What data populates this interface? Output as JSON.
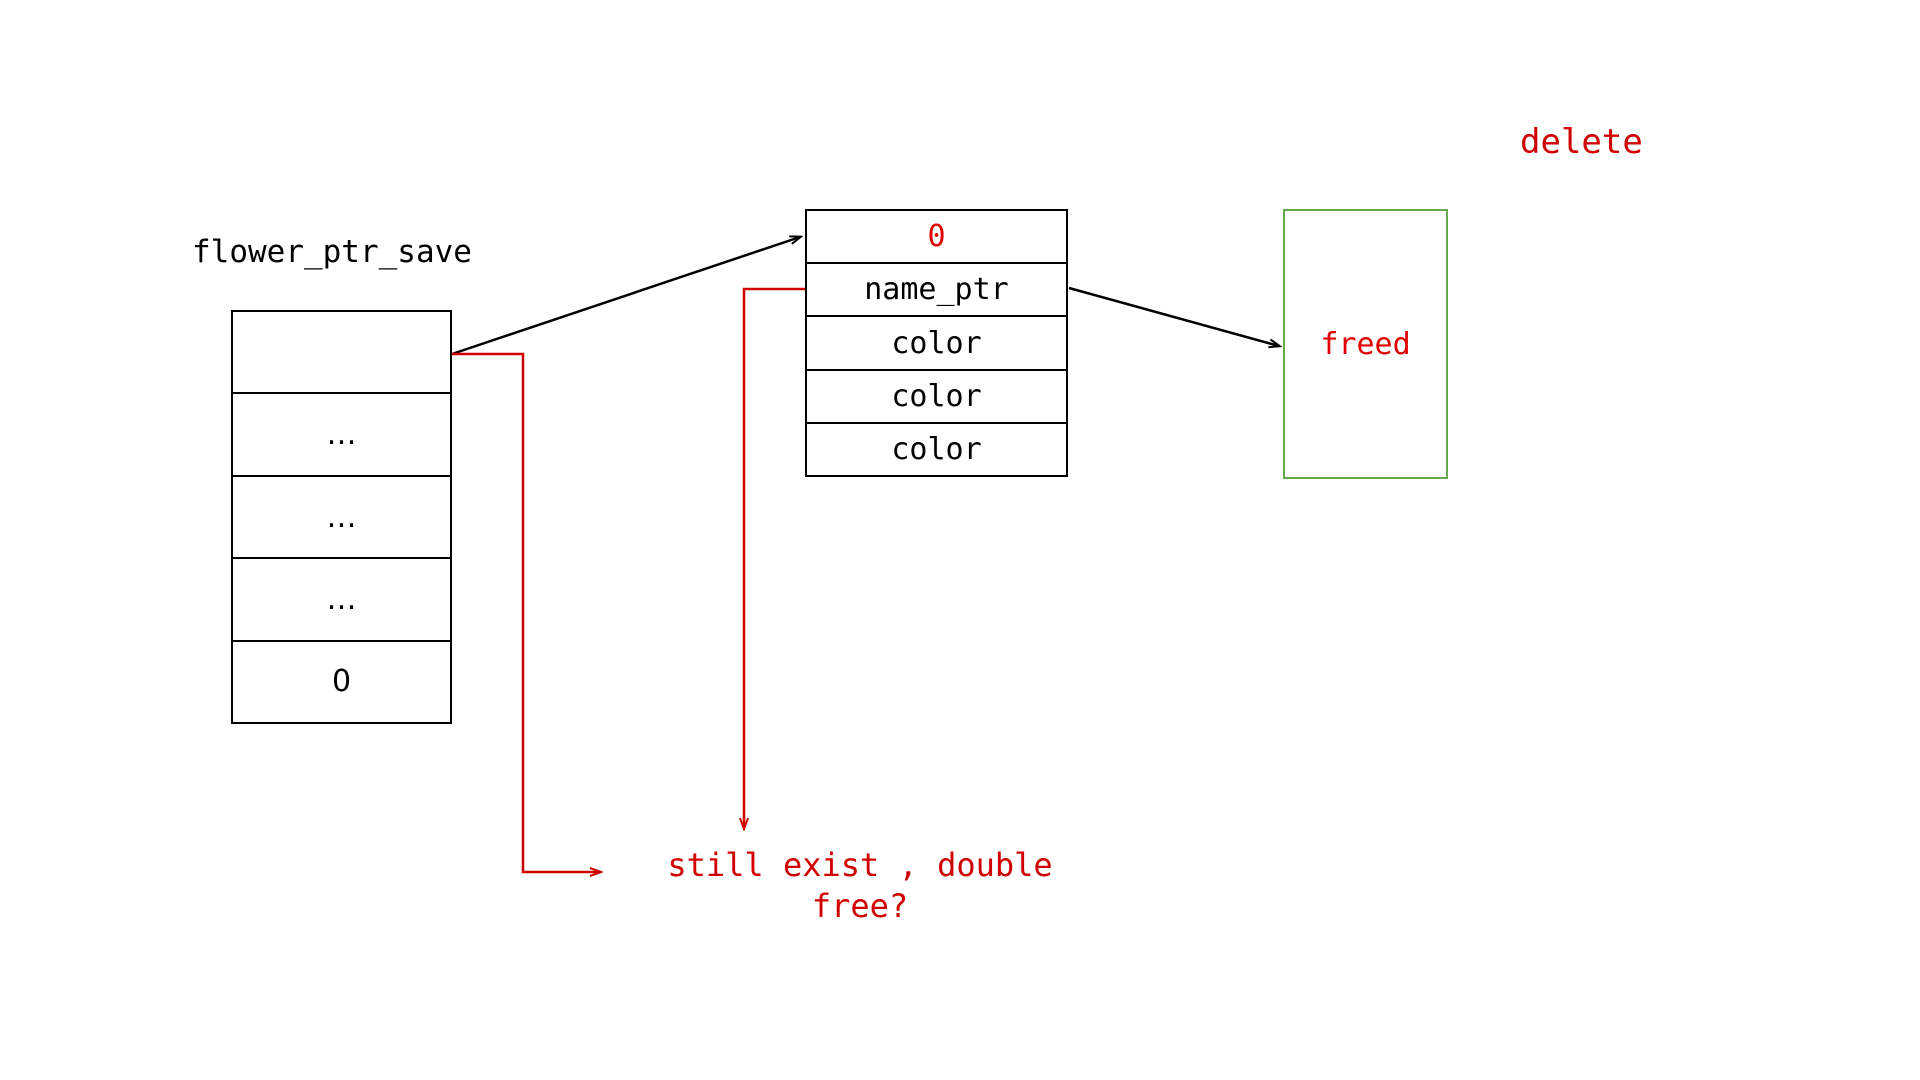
{
  "diagram": {
    "title_note": "heap/stack pointer diagram after delete",
    "colors": {
      "stroke_black": "#000000",
      "accent_red": "#d10000",
      "value_red": "#e00000",
      "freed_border_green": "#6aa84f",
      "background": "#ffffff"
    },
    "stack": {
      "label": "flower_ptr_save",
      "cells": [
        {
          "value": ""
        },
        {
          "value": "…"
        },
        {
          "value": "…"
        },
        {
          "value": "…"
        },
        {
          "value": "0"
        }
      ]
    },
    "struct": {
      "cells": [
        {
          "value": "0",
          "style": "red"
        },
        {
          "value": "name_ptr",
          "style": "black"
        },
        {
          "value": "color",
          "style": "black"
        },
        {
          "value": "color",
          "style": "black"
        },
        {
          "value": "color",
          "style": "black"
        }
      ]
    },
    "freed_box": {
      "label": "freed"
    },
    "delete_label": "delete",
    "annotation": "still exist , double free?",
    "arrows": [
      {
        "name": "stack-to-struct",
        "color": "#000000",
        "from": "stack row 0 right edge",
        "to": "struct top row left edge"
      },
      {
        "name": "struct-name-ptr-to-freed",
        "color": "#000000",
        "from": "struct name_ptr right edge",
        "to": "freed box left edge"
      },
      {
        "name": "stack-red-to-annotation",
        "color": "#d10000",
        "from": "stack row 0 right edge",
        "to": "annotation text left"
      },
      {
        "name": "struct-red-down-to-annotation",
        "color": "#d10000",
        "from": "struct name_ptr left edge",
        "to": "annotation text top"
      }
    ]
  }
}
